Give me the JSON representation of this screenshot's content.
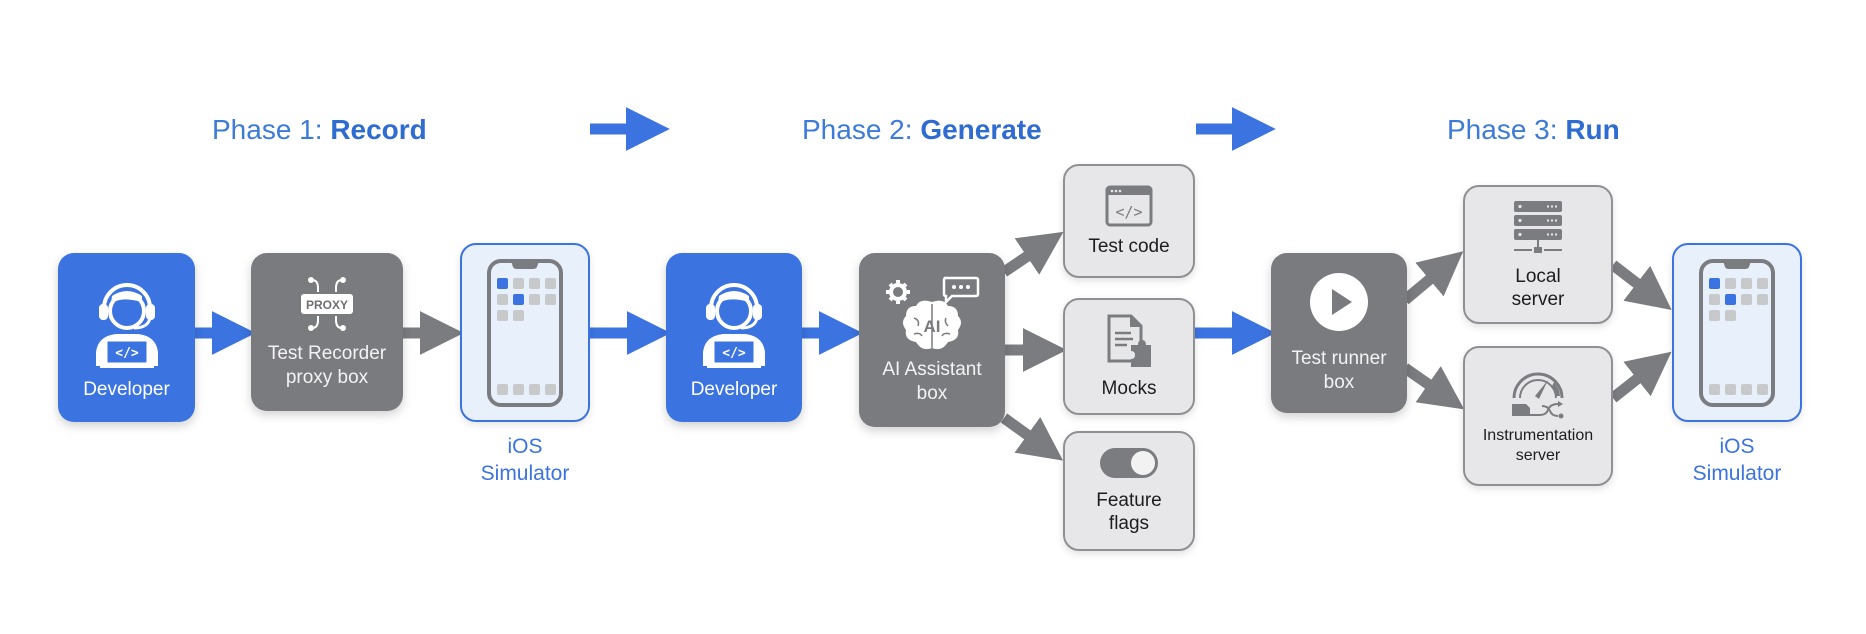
{
  "phases": [
    {
      "prefix": "Phase 1: ",
      "name": "Record"
    },
    {
      "prefix": "Phase 2: ",
      "name": "Generate"
    },
    {
      "prefix": "Phase 3: ",
      "name": "Run"
    }
  ],
  "nodes": {
    "developer_1": {
      "label": "Developer",
      "icon": "developer-headset-laptop-icon"
    },
    "test_recorder": {
      "label_line1": "Test Recorder",
      "label_line2": "proxy box",
      "icon": "proxy-icon",
      "icon_text": "PROXY"
    },
    "ios_sim_1": {
      "label_line1": "iOS",
      "label_line2": "Simulator",
      "icon": "phone-icon"
    },
    "developer_2": {
      "label": "Developer",
      "icon": "developer-headset-laptop-icon"
    },
    "ai_assistant": {
      "label_line1": "AI Assistant",
      "label_line2": "box",
      "icon": "ai-brain-icon",
      "icon_text": "AI"
    },
    "test_code": {
      "label": "Test code",
      "icon": "code-window-icon"
    },
    "mocks": {
      "label": "Mocks",
      "icon": "document-puzzle-icon"
    },
    "feature_flags": {
      "label_line1": "Feature",
      "label_line2": "flags",
      "icon": "toggle-icon"
    },
    "test_runner": {
      "label_line1": "Test runner",
      "label_line2": "box",
      "icon": "play-icon"
    },
    "local_server": {
      "label_line1": "Local",
      "label_line2": "server",
      "icon": "server-rack-icon"
    },
    "instrumentation_server": {
      "label_line1": "Instrumentation",
      "label_line2": "server",
      "icon": "gauge-icon"
    },
    "ios_sim_2": {
      "label_line1": "iOS",
      "label_line2": "Simulator",
      "icon": "phone-icon"
    }
  },
  "edges": [
    {
      "from": "phase_1",
      "to": "phase_2",
      "color": "blue"
    },
    {
      "from": "phase_2",
      "to": "phase_3",
      "color": "blue"
    },
    {
      "from": "developer_1",
      "to": "test_recorder",
      "color": "blue"
    },
    {
      "from": "test_recorder",
      "to": "ios_sim_1",
      "color": "gray"
    },
    {
      "from": "ios_sim_1",
      "to": "developer_2",
      "color": "blue"
    },
    {
      "from": "developer_2",
      "to": "ai_assistant",
      "color": "blue"
    },
    {
      "from": "ai_assistant",
      "to": "test_code",
      "color": "gray"
    },
    {
      "from": "ai_assistant",
      "to": "mocks",
      "color": "gray"
    },
    {
      "from": "ai_assistant",
      "to": "feature_flags",
      "color": "gray"
    },
    {
      "from": "mocks",
      "to": "test_runner",
      "color": "blue"
    },
    {
      "from": "test_runner",
      "to": "local_server",
      "color": "gray"
    },
    {
      "from": "test_runner",
      "to": "instrumentation_server",
      "color": "gray"
    },
    {
      "from": "local_server",
      "to": "ios_sim_2",
      "color": "gray"
    },
    {
      "from": "instrumentation_server",
      "to": "ios_sim_2",
      "color": "gray"
    }
  ],
  "colors": {
    "blue": "#3b73e0",
    "gray": "#7b7c80",
    "title_blue": "#3d7bd9",
    "sim_fill": "#e8f0fc",
    "light_fill": "#e7e7e9"
  }
}
